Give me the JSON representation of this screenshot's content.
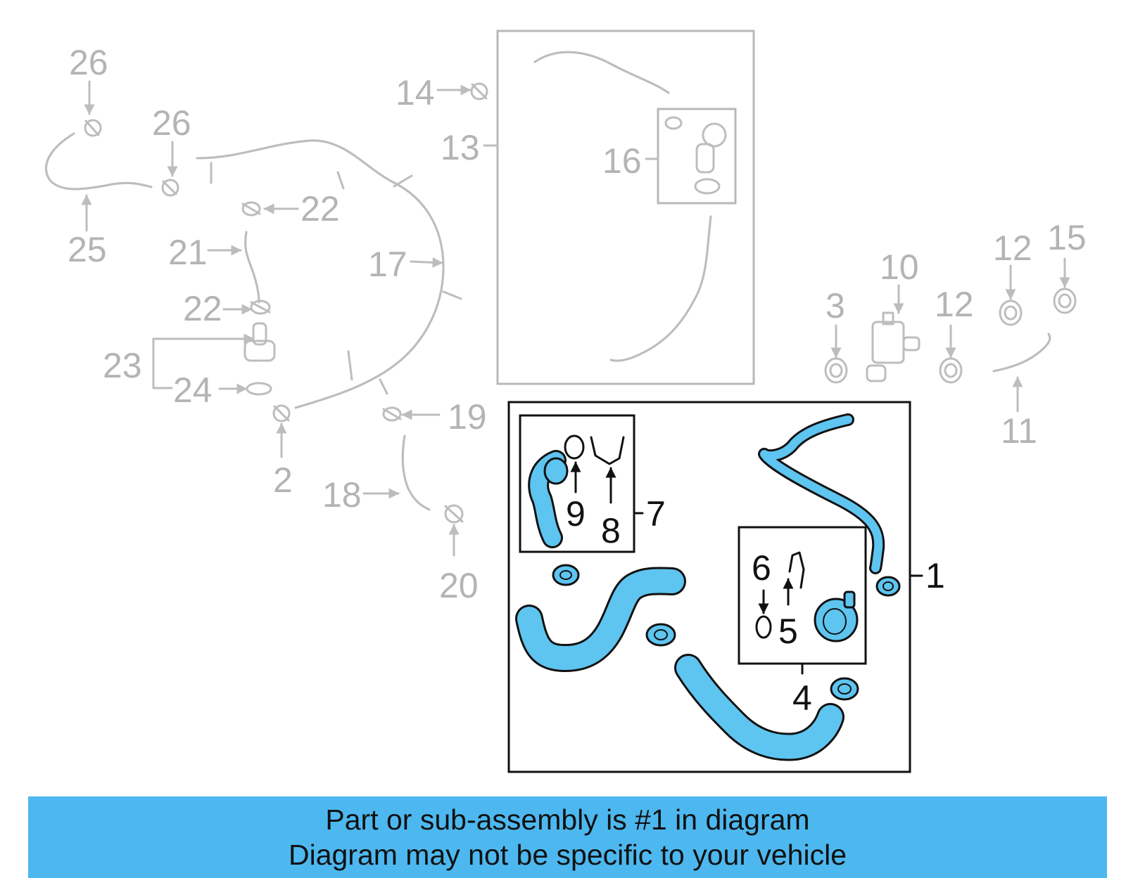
{
  "diagram": {
    "callouts": [
      "26",
      "26",
      "25",
      "22",
      "21",
      "22",
      "23",
      "24",
      "2",
      "17",
      "19",
      "18",
      "20",
      "14",
      "13",
      "16",
      "10",
      "3",
      "12",
      "12",
      "15",
      "11",
      "9",
      "8",
      "7",
      "6",
      "5",
      "4",
      "1"
    ],
    "colors": {
      "highlight_fill": "#5ec4f0",
      "highlight_outline": "#111111",
      "inactive": "#bdbdbd",
      "banner": "#4db8f0"
    }
  },
  "banner": {
    "line1": "Part or sub-assembly is #1 in diagram",
    "line2": "Diagram may not be specific to your vehicle"
  }
}
